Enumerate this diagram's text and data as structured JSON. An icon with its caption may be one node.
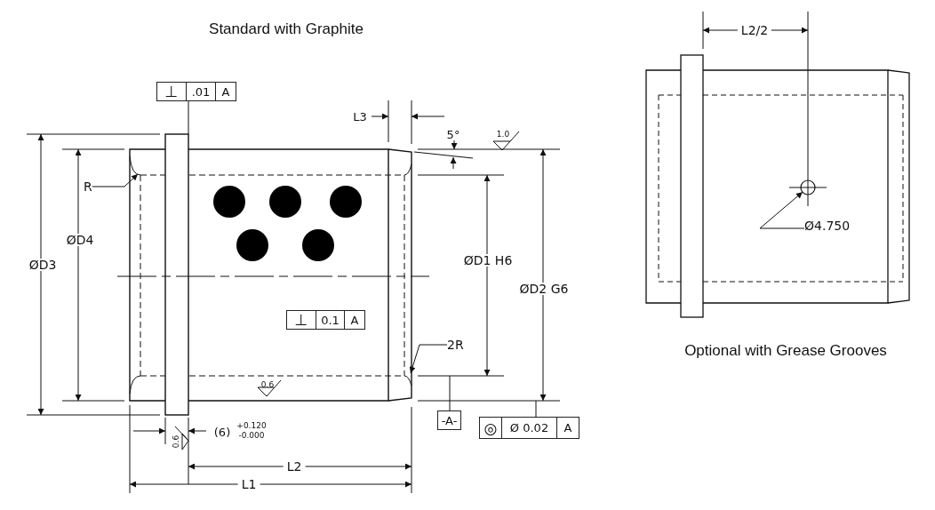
{
  "diagram": {
    "nodes": [
      {
        "text": [
          "⊥",
          ".01",
          "A"
        ]
      },
      {
        "text": [
          "⊥",
          "0.1",
          "A"
        ]
      },
      {
        "text": [
          "-A-"
        ]
      },
      {
        "text": [
          "◎",
          "Ø 0.02",
          "A"
        ]
      },
      {
        "text": [
          "R"
        ]
      },
      {
        "text": [
          "2R"
        ]
      },
      {
        "text": [
          "Ø4.750"
        ]
      },
      {
        "text": [],
        "shape": "circle"
      }
    ],
    "edges": [
      {
        "from": 0,
        "to": null,
        "arrow": "none"
      },
      {
        "from": 2,
        "to": null,
        "arrow": "none"
      },
      {
        "from": 3,
        "to": null,
        "arrow": "none"
      },
      {
        "from": 4,
        "to": null,
        "arrow": "to"
      },
      {
        "from": 5,
        "to": null,
        "arrow": "to"
      },
      {
        "from": 6,
        "to": 7,
        "arrow": "to"
      }
    ],
    "labels": [
      "Standard with Graphite",
      "L3",
      "5°",
      "1.0",
      "ØD4",
      "ØD3",
      "ØD1 H6",
      "ØD2 G6",
      "0.6",
      "(6)",
      "+0.120",
      "-0.000",
      "0.6",
      "L2",
      "L1",
      "L2/2",
      "Optional with Grease Grooves"
    ]
  }
}
